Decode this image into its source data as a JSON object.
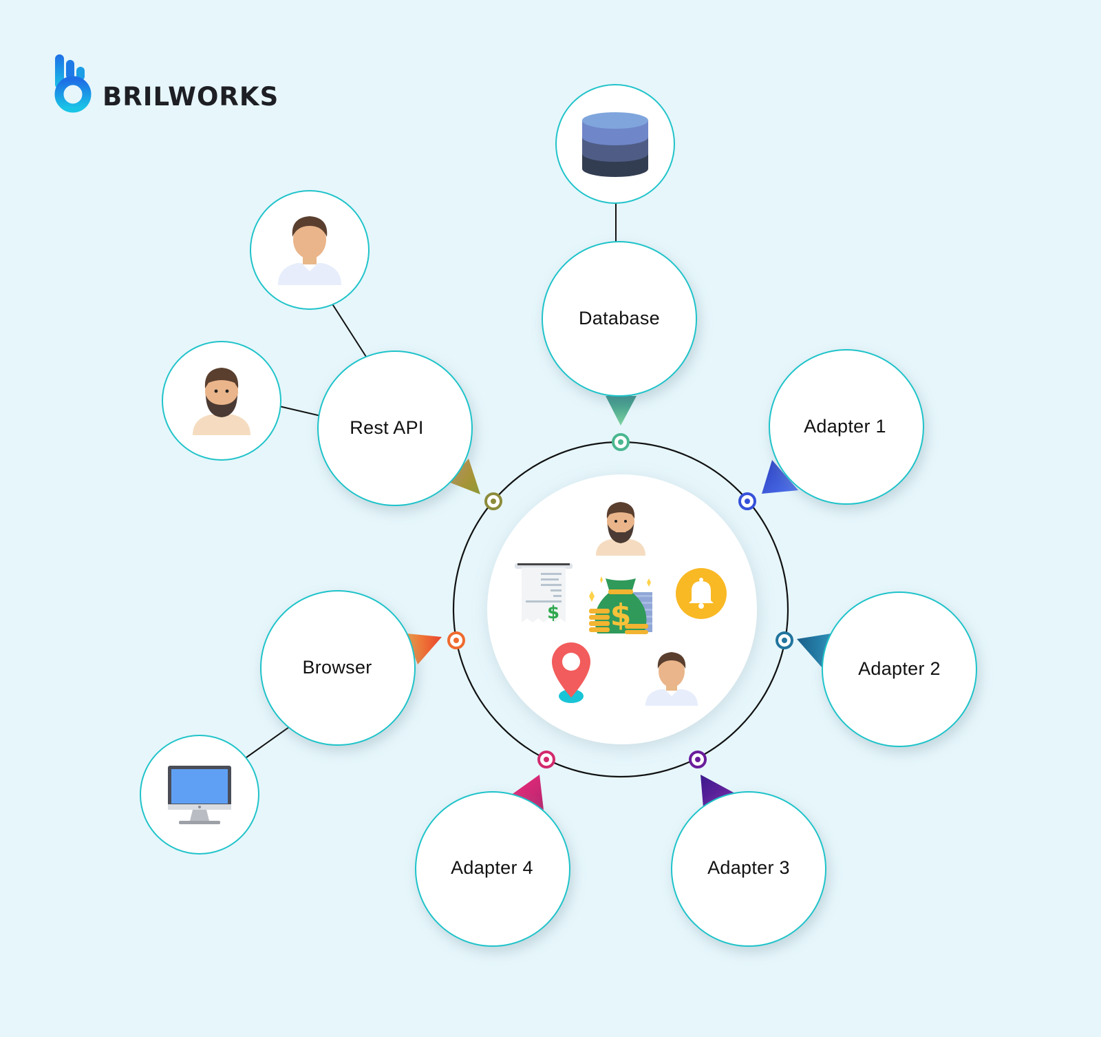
{
  "brand": {
    "name": "BRILWORKS"
  },
  "nodes": {
    "database": "Database",
    "rest_api": "Rest API",
    "browser": "Browser",
    "adapter_1": "Adapter 1",
    "adapter_2": "Adapter 2",
    "adapter_3": "Adapter 3",
    "adapter_4": "Adapter 4"
  },
  "icons": {
    "database_node": "database-icon",
    "user_top": "user-icon",
    "user_bearded": "bearded-user-icon",
    "browser_node": "monitor-icon",
    "core": [
      "bearded-user-icon",
      "receipt-icon",
      "money-bag-icon",
      "bell-icon",
      "location-pin-icon",
      "user-icon"
    ]
  },
  "colors": {
    "background": "#e6f6fb",
    "node_border": "#1fc3c9",
    "database_pointer": "#4ab790",
    "rest_api_pointer": "#c9922c",
    "browser_pointer": "#ef6a2f",
    "adapter_1_pointer": "#3651d9",
    "adapter_2_pointer": "#21749e",
    "adapter_3_pointer": "#5a1d97",
    "adapter_4_pointer": "#d22a6e"
  }
}
